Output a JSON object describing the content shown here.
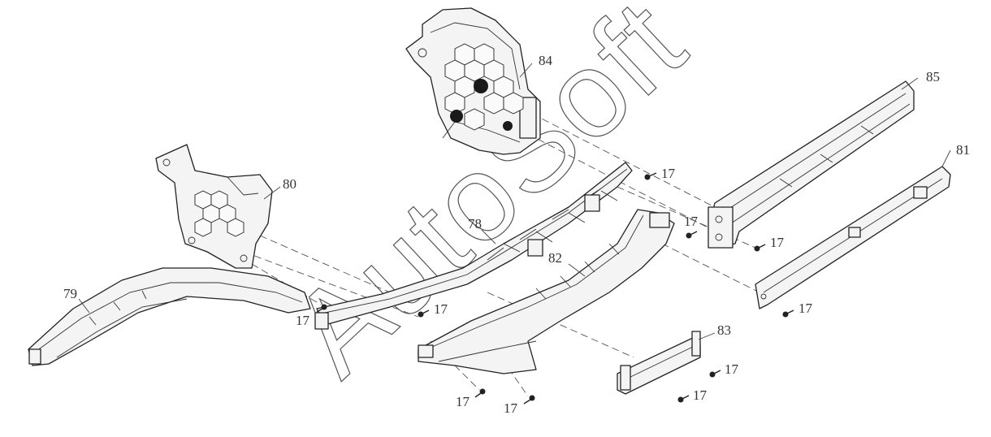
{
  "watermark": "AutoSoft",
  "labels": {
    "p78": "78",
    "p79": "79",
    "p80": "80",
    "p81": "81",
    "p82": "82",
    "p83": "83",
    "p84": "84",
    "p85": "85",
    "bolt": "17"
  }
}
